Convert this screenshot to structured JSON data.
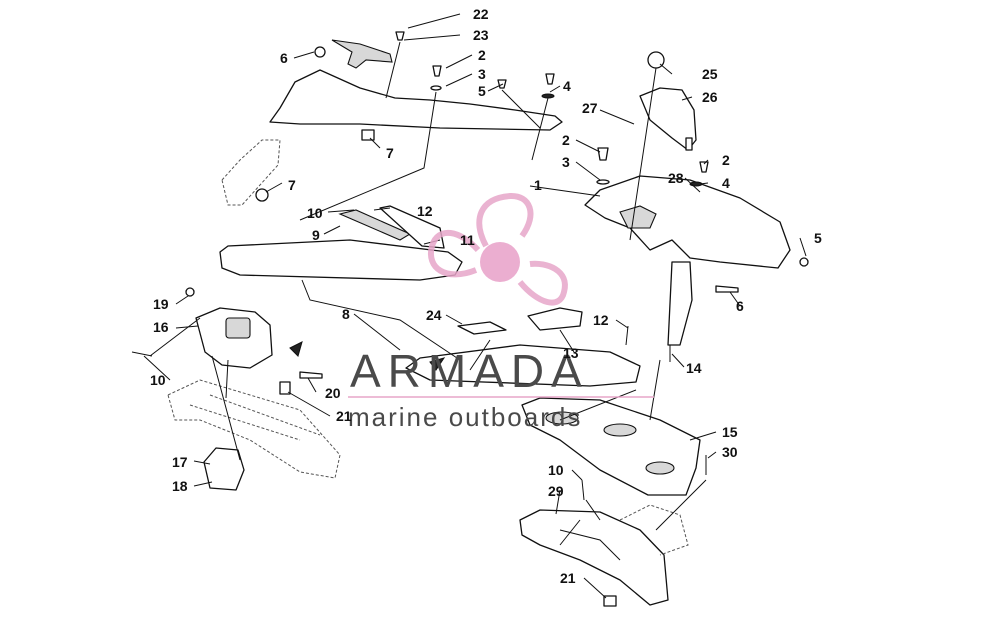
{
  "diagram": {
    "callouts": [
      {
        "id": "c22",
        "text": "22"
      },
      {
        "id": "c23",
        "text": "23"
      },
      {
        "id": "c2a",
        "text": "2"
      },
      {
        "id": "c3a",
        "text": "3"
      },
      {
        "id": "c5a",
        "text": "5"
      },
      {
        "id": "c4a",
        "text": "4"
      },
      {
        "id": "c6a",
        "text": "6"
      },
      {
        "id": "c7a",
        "text": "7"
      },
      {
        "id": "c7b",
        "text": "7"
      },
      {
        "id": "c25",
        "text": "25"
      },
      {
        "id": "c26",
        "text": "26"
      },
      {
        "id": "c27",
        "text": "27"
      },
      {
        "id": "c2b",
        "text": "2"
      },
      {
        "id": "c3b",
        "text": "3"
      },
      {
        "id": "c1",
        "text": "1"
      },
      {
        "id": "c2c",
        "text": "2"
      },
      {
        "id": "c4b",
        "text": "4"
      },
      {
        "id": "c28",
        "text": "28"
      },
      {
        "id": "c5b",
        "text": "5"
      },
      {
        "id": "c6b",
        "text": "6"
      },
      {
        "id": "c10a",
        "text": "10"
      },
      {
        "id": "c12a",
        "text": "12"
      },
      {
        "id": "c9",
        "text": "9"
      },
      {
        "id": "c11",
        "text": "11"
      },
      {
        "id": "c19",
        "text": "19"
      },
      {
        "id": "c16",
        "text": "16"
      },
      {
        "id": "c8",
        "text": "8"
      },
      {
        "id": "c24",
        "text": "24"
      },
      {
        "id": "c12b",
        "text": "12"
      },
      {
        "id": "c13",
        "text": "13"
      },
      {
        "id": "c14",
        "text": "14"
      },
      {
        "id": "c10b",
        "text": "10"
      },
      {
        "id": "c20",
        "text": "20"
      },
      {
        "id": "c21a",
        "text": "21"
      },
      {
        "id": "c17",
        "text": "17"
      },
      {
        "id": "c18",
        "text": "18"
      },
      {
        "id": "c15",
        "text": "15"
      },
      {
        "id": "c30",
        "text": "30"
      },
      {
        "id": "c10c",
        "text": "10"
      },
      {
        "id": "c29",
        "text": "29"
      },
      {
        "id": "c21b",
        "text": "21"
      }
    ]
  },
  "watermark": {
    "title": "ARMADA",
    "subtitle": "marine outboards",
    "logo_color": "#e7a6c9",
    "logo_center_color": "#e8a0c8",
    "text_color": "#4a4a4a"
  }
}
